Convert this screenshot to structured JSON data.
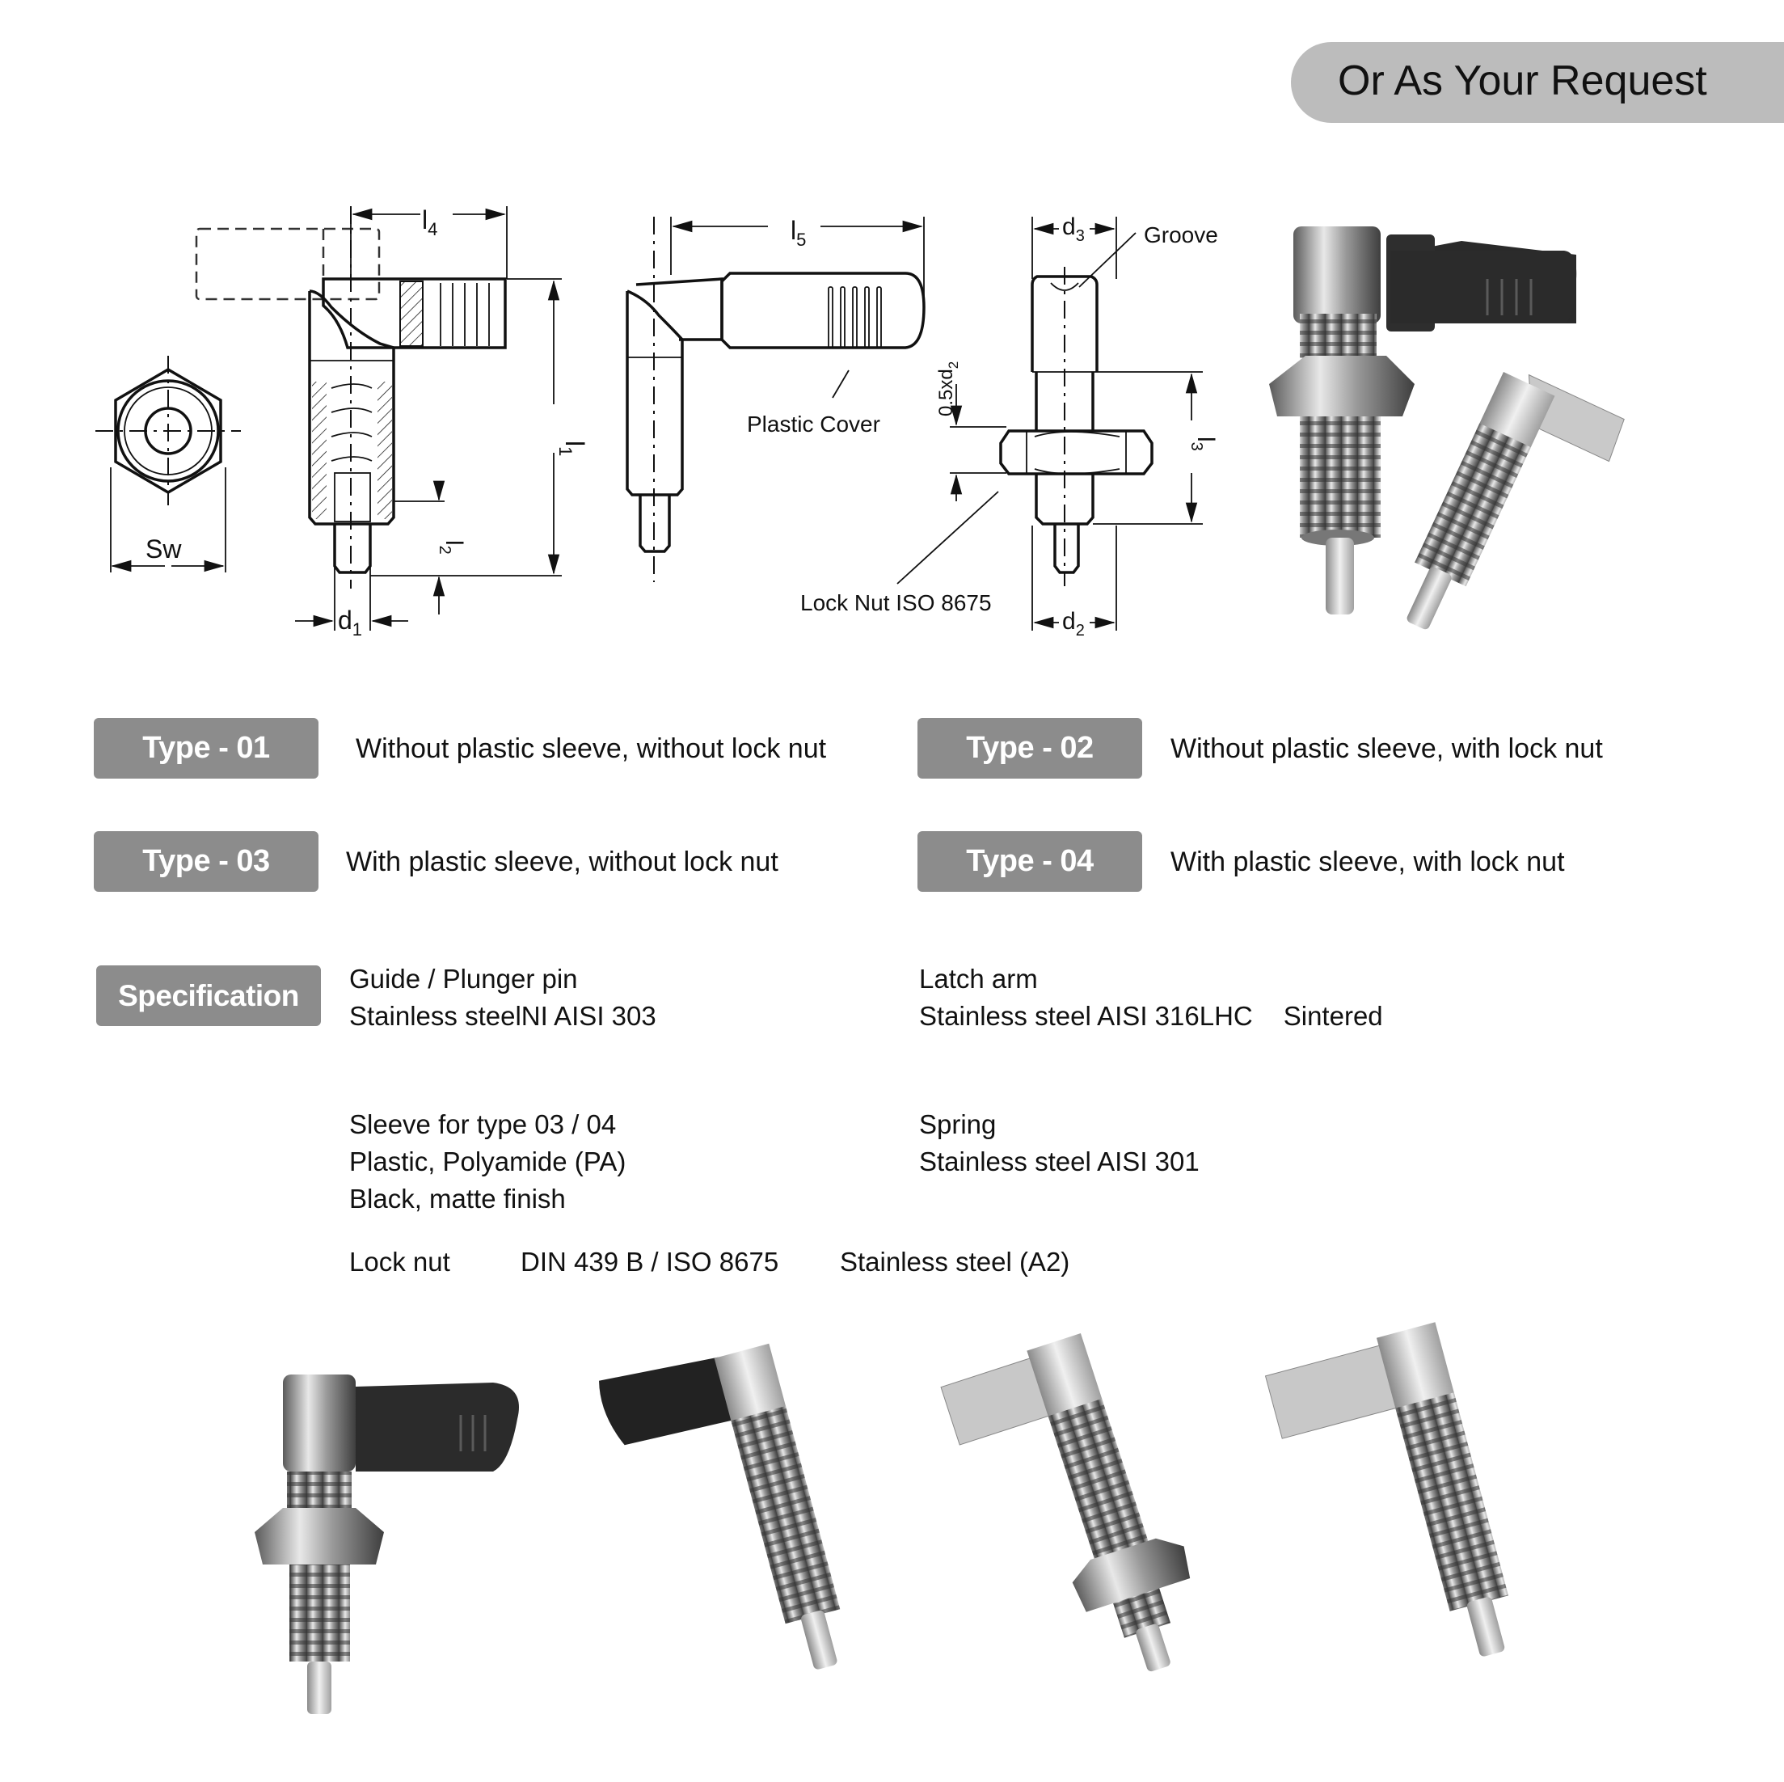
{
  "header": {
    "banner_label": "Or As Your Request"
  },
  "drawing": {
    "labels": {
      "sw": "Sw",
      "l4": "l",
      "l4_sub": "4",
      "l1": "l",
      "l1_sub": "1",
      "l2": "l",
      "l2_sub": "2",
      "d1": "d",
      "d1_sub": "1",
      "l5": "l",
      "l5_sub": "5",
      "plastic_cover": "Plastic Cover",
      "d3": "d",
      "d3_sub": "3",
      "groove": "Groove",
      "half_d2": "0.5xd",
      "half_d2_sub": "2",
      "l3": "l",
      "l3_sub": "3",
      "lock_nut": "Lock Nut ISO 8675",
      "d2": "d",
      "d2_sub": "2"
    }
  },
  "product_photos": {
    "top": {
      "description": "Indexing plungers: one with black plastic lever and lock nut, one stainless without"
    },
    "bottom": [
      {
        "description": "Plunger with black plastic sleeve and lock nut"
      },
      {
        "description": "Plunger with black plastic sleeve, no lock nut"
      },
      {
        "description": "Stainless plunger with lock nut"
      },
      {
        "description": "Stainless plunger without lock nut"
      }
    ]
  },
  "types": [
    {
      "badge": "Type - 01",
      "description": "Without plastic sleeve, without lock nut"
    },
    {
      "badge": "Type - 02",
      "description": "Without plastic sleeve, with lock nut"
    },
    {
      "badge": "Type - 03",
      "description": "With plastic sleeve, without lock nut"
    },
    {
      "badge": "Type - 04",
      "description": "With plastic sleeve, with lock nut"
    }
  ],
  "specification": {
    "badge": "Specification",
    "guide_pin": {
      "title": "Guide / Plunger pin",
      "material": "Stainless steelNI AISI 303"
    },
    "latch_arm": {
      "title": "Latch arm",
      "material": "Stainless steel AISI 316LHC",
      "process": "Sintered"
    },
    "sleeve": {
      "title": "Sleeve for type 03 / 04",
      "material": "Plastic, Polyamide (PA)",
      "finish": "Black, matte finish"
    },
    "spring": {
      "title": "Spring",
      "material": "Stainless steel AISI 301"
    },
    "lock_nut": {
      "title": "Lock nut",
      "standard": "DIN 439 B / ISO 8675",
      "material": "Stainless steel (A2)"
    }
  }
}
